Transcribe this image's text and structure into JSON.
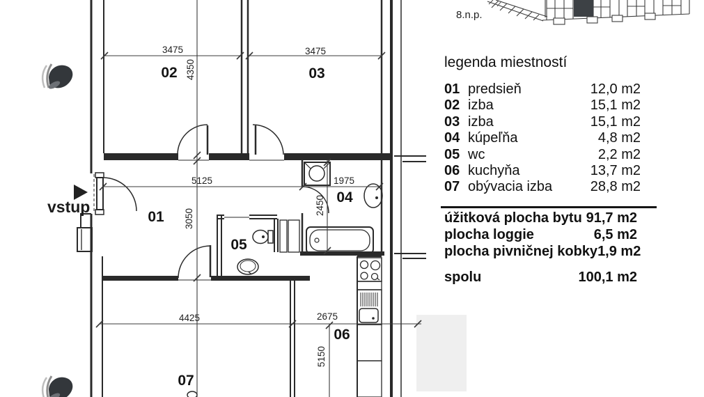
{
  "site_plan": {
    "floor_label": "8.n.p."
  },
  "plan": {
    "entrance_label": "vstup",
    "room_labels": {
      "r01": "01",
      "r02": "02",
      "r03": "03",
      "r04": "04",
      "r05": "05",
      "r06": "06",
      "r07": "07"
    },
    "dims": {
      "room02_width": "3475",
      "room03_width": "3475",
      "room02_height": "4350",
      "hall_width": "5125",
      "bath_width": "1975",
      "bath_height": "2450",
      "hall_height": "3050",
      "living_width": "4425",
      "kitchen_width": "2675",
      "kitchen_height": "5150"
    }
  },
  "legend": {
    "title": "legenda miestností",
    "rows": [
      {
        "no": "01",
        "name": "predsieň",
        "area": "12,0 m2"
      },
      {
        "no": "02",
        "name": "izba",
        "area": "15,1 m2"
      },
      {
        "no": "03",
        "name": "izba",
        "area": "15,1 m2"
      },
      {
        "no": "04",
        "name": "kúpeľňa",
        "area": "4,8 m2"
      },
      {
        "no": "05",
        "name": "wc",
        "area": "2,2 m2"
      },
      {
        "no": "06",
        "name": "kuchyňa",
        "area": "13,7 m2"
      },
      {
        "no": "07",
        "name": "obývacia izba",
        "area": "28,8 m2"
      }
    ],
    "totals": [
      {
        "label": "úžitková plocha bytu",
        "value": "91,7 m2"
      },
      {
        "label": "plocha loggie",
        "value": "6,5 m2"
      },
      {
        "label": "plocha pivničnej kobky",
        "value": "1,9 m2"
      }
    ],
    "grand_total": {
      "label": "spolu",
      "value": "100,1 m2"
    }
  }
}
